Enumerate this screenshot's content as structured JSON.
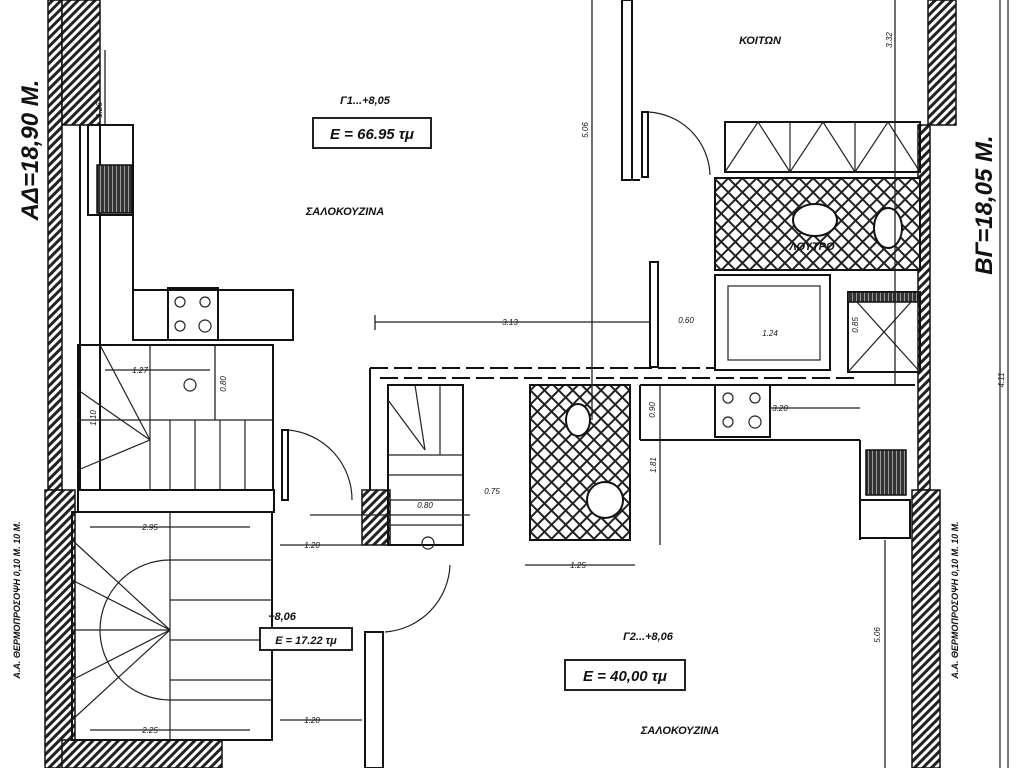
{
  "plan": {
    "side_left": "ΑΔ=18,90 Μ.",
    "side_right": "ΒΓ=18,05 Μ.",
    "note_left": "Α.Α. ΘΕΡΜΟΠΡΟΣΟΨΗ 0,10 Μ. 10 Μ.",
    "note_right": "Α.Α. ΘΕΡΜΟΠΡΟΣΟΨΗ 0,10 Μ. 10 Μ.",
    "rooms": [
      {
        "level": "Γ1...+8,05",
        "area": "Ε = 66.95 τμ",
        "name": "ΣΑΛΟΚΟΥΖΙΝΑ"
      },
      {
        "level": "Γ2...+8,06",
        "area": "Ε = 40,00 τμ",
        "name": "ΣΑΛΟΚΟΥΖΙΝΑ"
      },
      {
        "level": "+8,06",
        "area": "Ε = 17.22 τμ"
      }
    ],
    "bedroom": "ΚΟΙΤΩΝ",
    "bathroom": "ΛΟΥΤΡΟ",
    "dimensions": [
      "3.13",
      "5.06",
      "3.32",
      "0.60",
      "1.24",
      "0.85",
      "0.90",
      "0.75",
      "1.25",
      "1.81",
      "3.20",
      "2.95",
      "1.20",
      "1.20",
      "2.25",
      "1.27",
      "1.10",
      "0.80",
      "5.06",
      "4.11",
      "1.26",
      "0.80"
    ]
  }
}
